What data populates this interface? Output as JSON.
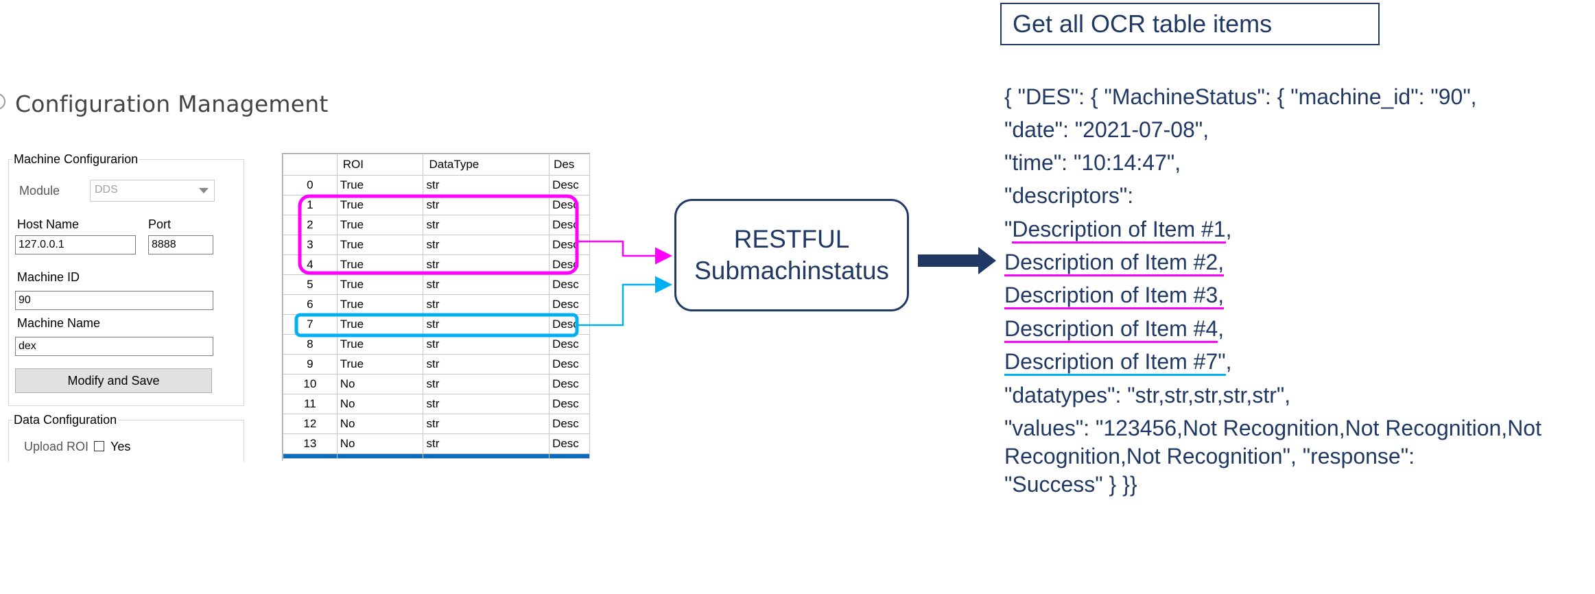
{
  "config": {
    "title": "Configuration Management",
    "machine_group_label": "Machine Configurarion",
    "module_label": "Module",
    "module_value": "DDS",
    "host_label": "Host Name",
    "host_value": "127.0.0.1",
    "port_label": "Port",
    "port_value": "8888",
    "machine_id_label": "Machine ID",
    "machine_id_value": "90",
    "machine_name_label": "Machine Name",
    "machine_name_value": "dex",
    "save_label": "Modify and Save",
    "data_group_label": "Data Configuration",
    "upload_label": "Upload ROI",
    "upload_option": "Yes"
  },
  "table": {
    "headers": [
      "",
      "ROI",
      "DataType",
      "Des"
    ],
    "rows": [
      [
        "0",
        "True",
        "str",
        "Desc"
      ],
      [
        "1",
        "True",
        "str",
        "Desc"
      ],
      [
        "2",
        "True",
        "str",
        "Desc"
      ],
      [
        "3",
        "True",
        "str",
        "Desc"
      ],
      [
        "4",
        "True",
        "str",
        "Desc"
      ],
      [
        "5",
        "True",
        "str",
        "Desc"
      ],
      [
        "6",
        "True",
        "str",
        "Desc"
      ],
      [
        "7",
        "True",
        "str",
        "Desc"
      ],
      [
        "8",
        "True",
        "str",
        "Desc"
      ],
      [
        "9",
        "True",
        "str",
        "Desc"
      ],
      [
        "10",
        "No",
        "str",
        "Desc"
      ],
      [
        "11",
        "No",
        "str",
        "Desc"
      ],
      [
        "12",
        "No",
        "str",
        "Desc"
      ],
      [
        "13",
        "No",
        "str",
        "Desc"
      ]
    ]
  },
  "restful": {
    "line1": "RESTFUL",
    "line2": "Submachinstatus"
  },
  "ocr_title": "Get all OCR table items",
  "json_lines": [
    "{  \"DES\": {    \"MachineStatus\": {      \"machine_id\": \"90\",",
    "\"date\": \"2021-07-08\",",
    "\"time\": \"10:14:47\",",
    "\"descriptors\":"
  ],
  "descriptors": {
    "d1_prefix": "\"",
    "d1": "Description of Item #1",
    "d1_suffix": ",",
    "d2": "Description of Item #2,",
    "d3": "Description of Item #3,",
    "d4": "Description of Item #4",
    "d4_suffix": ",",
    "d7": "Description of Item #7\"",
    "d7_suffix": ","
  },
  "json_tail": [
    "\"datatypes\": \"str,str,str,str,str\",",
    "\"values\": \"123456,Not Recognition,Not Recognition,Not",
    "Recognition,Not Recognition\",       \"response\":",
    "\"Success\"    }  }}"
  ],
  "colors": {
    "magenta": "#ff00ff",
    "cyan": "#00b0f0",
    "navy": "#1f3864",
    "selected_row": "#0f6cbd"
  }
}
